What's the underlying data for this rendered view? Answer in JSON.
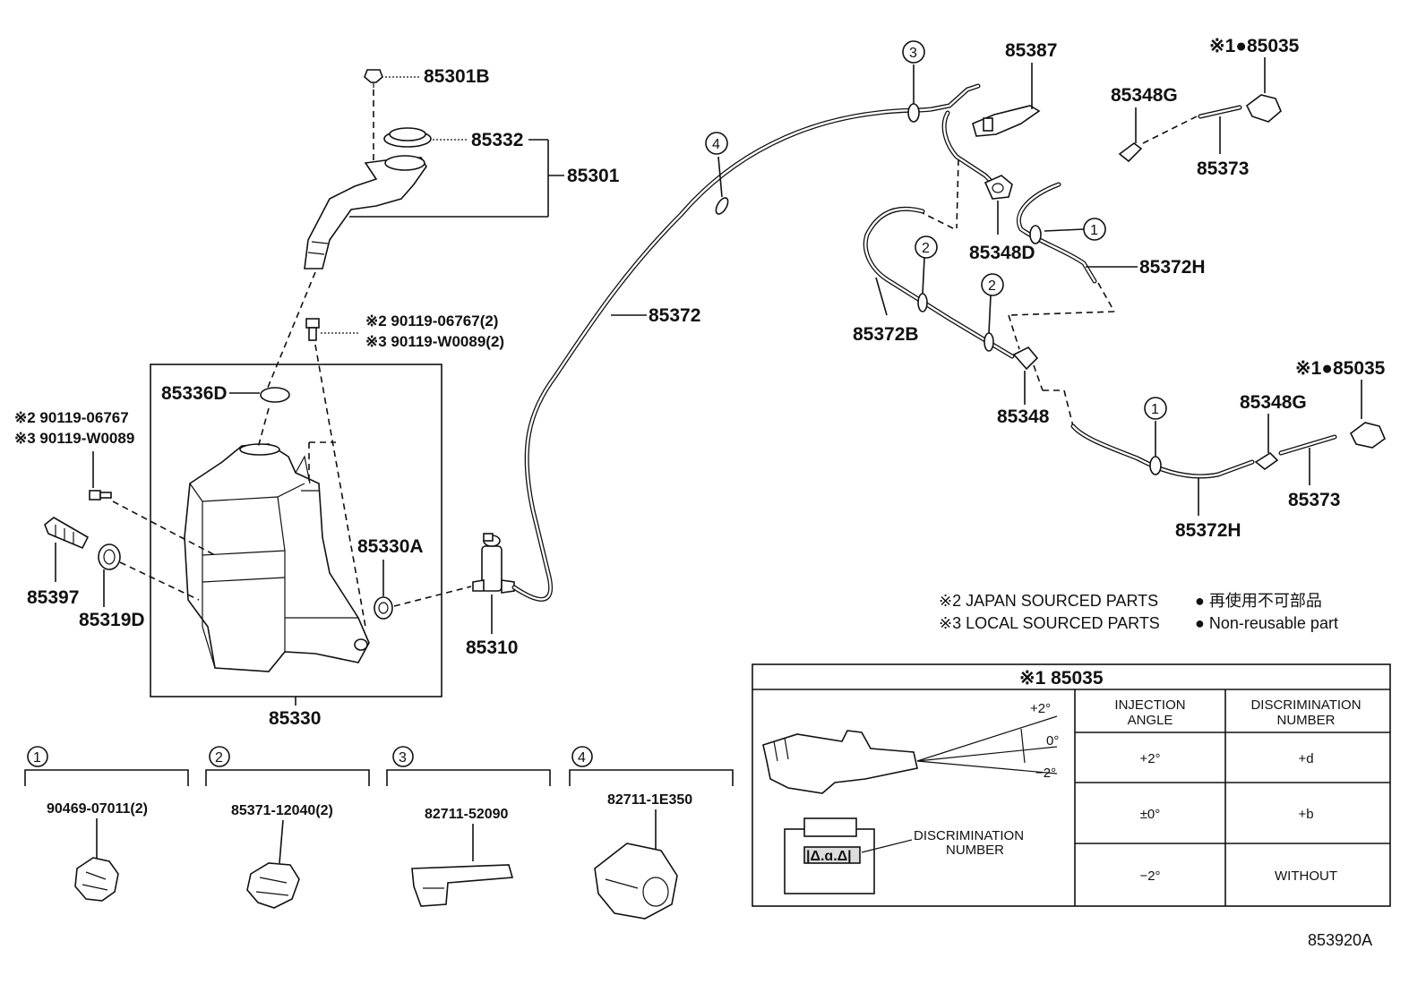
{
  "diagram_id": "853920A",
  "parts": {
    "p85301B": "85301B",
    "p85332": "85332",
    "p85301": "85301",
    "p85387": "85387",
    "p85035_top": "※1●85035",
    "p85348G_top": "85348G",
    "p85373_top": "85373",
    "p85348D": "85348D",
    "p85372H_top": "85372H",
    "p85372": "85372",
    "p85372B": "85372B",
    "p85348": "85348",
    "p85035_mid": "※1●85035",
    "p85348G_mid": "85348G",
    "p85373_mid": "85373",
    "p85372H_bot": "85372H",
    "bolt_note_2": "※2 90119-06767(2)",
    "bolt_note_3": "※3 90119-W0089(2)",
    "p85336D": "85336D",
    "left_note_2": "※2 90119-06767",
    "left_note_3": "※3 90119-W0089",
    "p85330A": "85330A",
    "p85397": "85397",
    "p85319D": "85319D",
    "p85310": "85310",
    "p85330": "85330"
  },
  "callouts": {
    "c1": "1",
    "c2": "2",
    "c3": "3",
    "c4": "4"
  },
  "legend": {
    "japan": "※2 JAPAN SOURCED PARTS",
    "local": "※3 LOCAL SOURCED PARTS",
    "nonreuse_jp": "● 再使用不可部品",
    "nonreuse_en": "● Non-reusable part"
  },
  "clips": [
    {
      "num": "1",
      "part": "90469-07011(2)"
    },
    {
      "num": "2",
      "part": "85371-12040(2)"
    },
    {
      "num": "3",
      "part": "82711-52090"
    },
    {
      "num": "4",
      "part": "82711-1E350"
    }
  ],
  "detail_table": {
    "title": "※1 85035",
    "col_angle": [
      "INJECTION",
      "ANGLE"
    ],
    "col_disc": [
      "DISCRIMINATION",
      "NUMBER"
    ],
    "rows": [
      {
        "angle": "+2°",
        "disc": "+d"
      },
      {
        "angle": "±0°",
        "disc": "+b"
      },
      {
        "angle": "−2°",
        "disc": "WITHOUT"
      }
    ],
    "angle_marks": {
      "plus": "+2°",
      "zero": "0°",
      "minus": "−2°"
    },
    "disc_label": [
      "DISCRIMINATION",
      "NUMBER"
    ],
    "marking": "|Δ.ɑ.Δ|"
  }
}
